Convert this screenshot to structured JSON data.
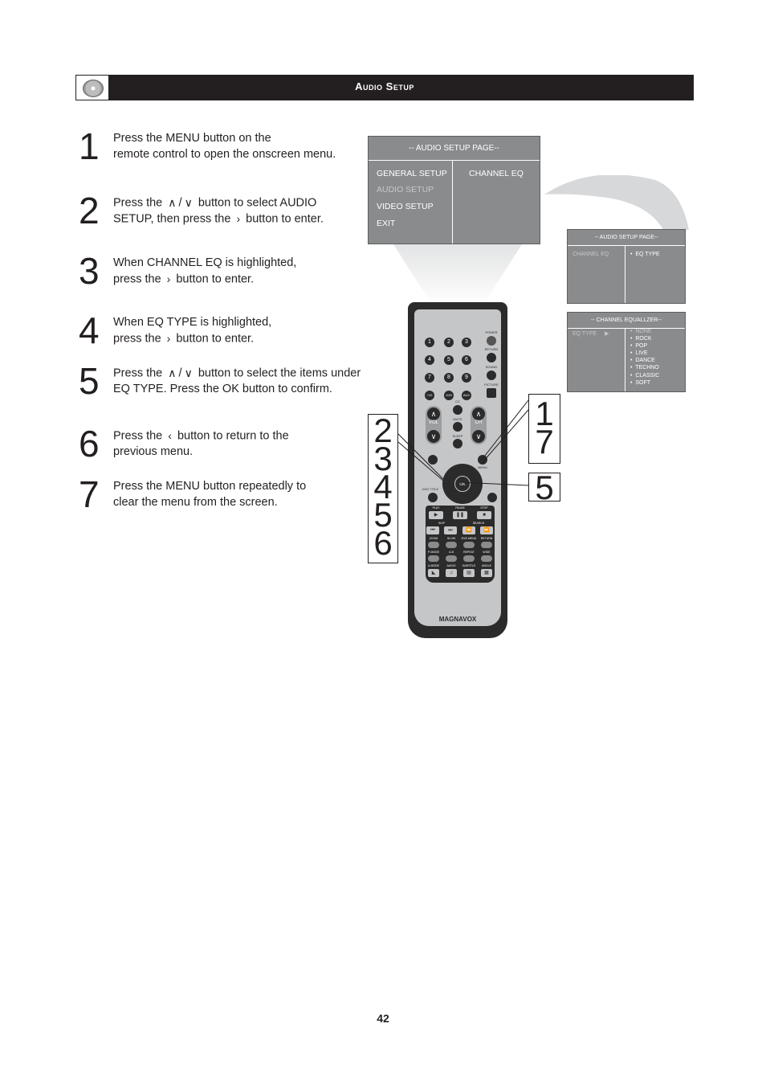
{
  "header": {
    "title": "Audio Setup"
  },
  "steps": [
    {
      "num": "1",
      "lines": [
        "Press the MENU button on the",
        "remote control to open the onscreen menu."
      ]
    },
    {
      "num": "2",
      "line1_a": "Press the ",
      "line1_b": "/",
      "line1_c": " button to select AUDIO",
      "line2_a": "SETUP,  then press the ",
      "line2_b": " button to enter."
    },
    {
      "num": "3",
      "line1": "When CHANNEL EQ is highlighted,",
      "line2_a": "press the ",
      "line2_b": " button to enter."
    },
    {
      "num": "4",
      "line1": "When EQ TYPE is highlighted,",
      "line2_a": "press the ",
      "line2_b": " button to enter."
    },
    {
      "num": "5",
      "line1_a": "Press the ",
      "line1_b": "/",
      "line1_c": " button to select the items under",
      "line2": "EQ TYPE. Press the OK button to confirm."
    },
    {
      "num": "6",
      "line1_a": "Press the ",
      "line1_b": " button to return to the",
      "line2": "previous menu."
    },
    {
      "num": "7",
      "lines": [
        "Press the MENU button repeatedly to",
        "clear the menu from the screen."
      ]
    }
  ],
  "icons": {
    "up": "chevron-up-icon",
    "down": "chevron-down-icon",
    "right": "chevron-right-icon",
    "left": "chevron-left-icon",
    "disc": "disc-icon"
  },
  "menu_audio_setup": {
    "title": "-- AUDIO SETUP PAGE--",
    "items": [
      "GENERAL SETUP",
      "AUDIO SETUP",
      "VIDEO SETUP",
      "EXIT"
    ],
    "highlighted": "AUDIO SETUP",
    "right_item": "CHANNEL EQ"
  },
  "menu_channel_eq": {
    "title": "-- AUDIO SETUP PAGE--",
    "left_item": "CHANNEL EQ",
    "right_item": "EQ TYPE"
  },
  "menu_equalizer": {
    "title": "-- CHANNEL EQUALLZER--",
    "left_item": "EQ TYPE",
    "options": [
      "NONE",
      "ROCK",
      "POP",
      "LIVE",
      "DANCE",
      "TECHNO",
      "CLASSIC",
      "SOFT"
    ]
  },
  "remote": {
    "brand": "MAGNAVOX",
    "digits": [
      "1",
      "2",
      "3",
      "4",
      "5",
      "6",
      "7",
      "8",
      "9",
      "+10",
      "10/0",
      "AUX"
    ],
    "labels": {
      "power": "POWER",
      "return": "RETURN",
      "sound": "SOUND",
      "picture": "PICTURE",
      "cc": "CC",
      "mute": "MUTE",
      "sleep": "SLEEP",
      "vol": "VOL",
      "ch": "CH",
      "ok": "OK",
      "menu": "MENU",
      "dvd_title": "DVD TITLE",
      "play": "PLAY",
      "pause": "PAUSE",
      "stop": "STOP",
      "skip": "SKIP",
      "search": "SEARCH",
      "zoom": "ZOOM",
      "slow": "SLOW",
      "dvd_menu": "DVD MENU",
      "return2": "RETURN",
      "p_mode": "P-MODE",
      "a_b": "A-B",
      "repeat": "REPEAT",
      "wide": "WIDE",
      "a_mode": "A-MODE",
      "audio": "AUDIO",
      "subtitle": "SUBTITLE",
      "angle": "ANGLE"
    }
  },
  "callouts": {
    "left": [
      "2",
      "3",
      "4",
      "5",
      "6"
    ],
    "right_top": [
      "1",
      "7"
    ],
    "right_bottom": [
      "5"
    ]
  },
  "page_number": "42"
}
